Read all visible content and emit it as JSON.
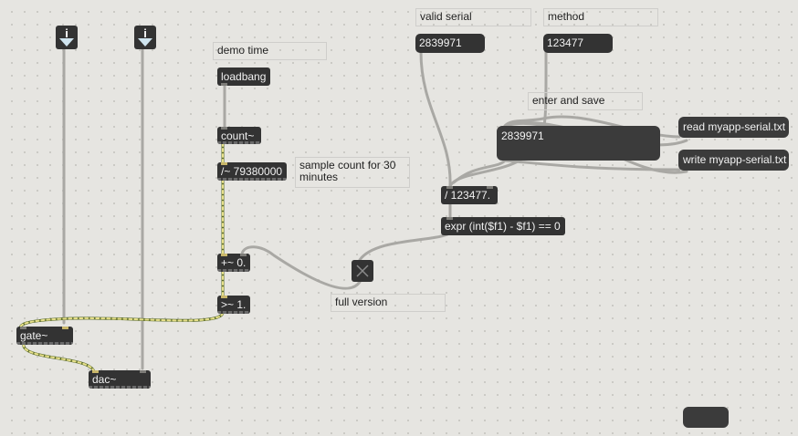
{
  "inlets": [
    {
      "label": "i"
    },
    {
      "label": "i"
    }
  ],
  "comments": {
    "demo_time": "demo time",
    "valid_serial": "valid serial",
    "method": "method",
    "enter_and_save": "enter and save",
    "sample_count": "sample count for 30 minutes",
    "full_version": "full version"
  },
  "objects": {
    "loadbang": "loadbang",
    "count": "count~",
    "divide_signal": "/~ 79380000",
    "plus_signal": "+~ 0.",
    "gte_signal": ">~ 1.",
    "gate": "gate~",
    "dac": "dac~",
    "divide": "/ 123477.",
    "expr": "expr (int($f1) - $f1) == 0"
  },
  "numbers": {
    "valid_serial_value": "2839971",
    "method_value": "123477"
  },
  "messages": {
    "serial_entry": "2839971",
    "read": "read myapp-serial.txt",
    "write": "write myapp-serial.txt",
    "empty": ""
  },
  "colors": {
    "canvas": "#e6e5e1",
    "object_bg": "#333333",
    "cable_control": "#b5b4b0",
    "cable_signal_a": "#5a6b2a",
    "cable_signal_b": "#e7e08a",
    "inlet_icon": "#cfe4ef"
  }
}
